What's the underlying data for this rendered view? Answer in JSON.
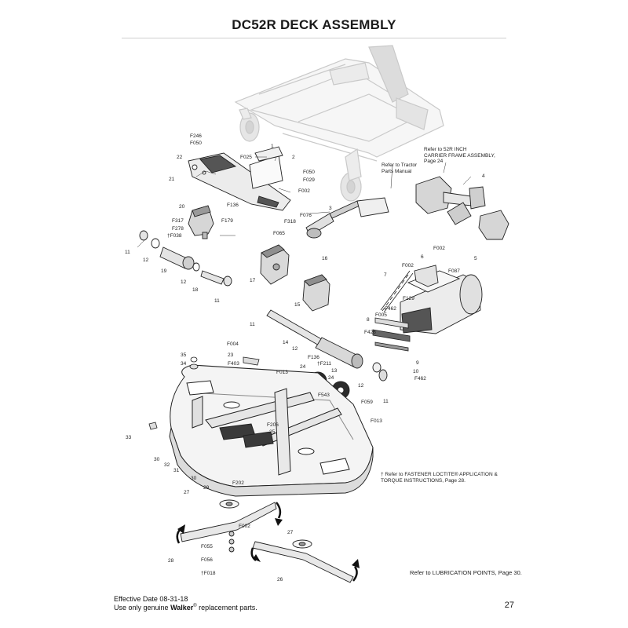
{
  "page": {
    "title": "DC52R DECK ASSEMBLY",
    "page_number": "27",
    "effective_date": "Effective Date 08-31-18",
    "genuine_line": {
      "prefix": "Use only genuine ",
      "brand": "Walker",
      "reg": "®",
      "suffix": " replacement parts."
    }
  },
  "notes": {
    "carrier_frame": [
      "Refer to 52R INCH",
      "CARRIER FRAME ASSEMBLY,",
      "Page 24"
    ],
    "tractor_manual": [
      "Refer to Tractor",
      "Parts Manual"
    ],
    "loctite": [
      "† Refer to FASTENER LOCTITE® APPLICATION &",
      "TORQUE INSTRUCTIONS, Page 28."
    ],
    "lubrication": "Refer to LUBRICATION POINTS, Page 30."
  },
  "callouts": [
    "F246",
    "F050",
    "1",
    "F025",
    "2",
    "F050",
    "F029",
    "F002",
    "22",
    "21",
    "20",
    "F136",
    "F179",
    "F317",
    "F278",
    "†F038",
    "3",
    "F318",
    "F076",
    "F065",
    "4",
    "11",
    "12",
    "19",
    "12",
    "18",
    "11",
    "17",
    "16",
    "11",
    "14",
    "12",
    "15",
    "7",
    "F002",
    "6",
    "F002",
    "F087",
    "5",
    "F129",
    "F462",
    "8",
    "F005",
    "F426",
    "9",
    "10",
    "F462",
    "35",
    "34",
    "F004",
    "23",
    "F403",
    "F013",
    "F136",
    "†F211",
    "24",
    "13",
    "24",
    "12",
    "11",
    "F543",
    "F059",
    "33",
    "F206",
    "25",
    "F013",
    "30",
    "32",
    "31",
    "30",
    "29",
    "F202",
    "27",
    "F002",
    "F055",
    "F056",
    "†F018",
    "28",
    "27",
    "26"
  ]
}
